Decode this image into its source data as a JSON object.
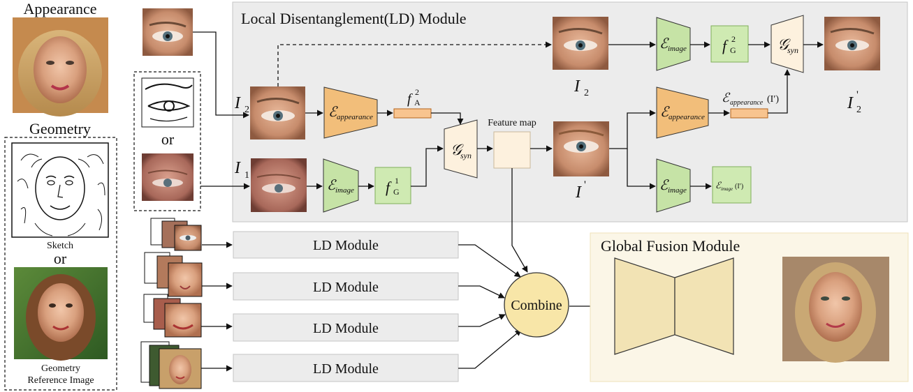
{
  "left": {
    "appearance_label": "Appearance",
    "geometry_label": "Geometry",
    "sketch_caption": "Sketch",
    "or_big": "or",
    "reference_caption_line1": "Geometry",
    "reference_caption_line2": "Reference Image"
  },
  "inputs": {
    "or_label": "or"
  },
  "ld_module": {
    "title": "Local Disentanglement(LD) Module",
    "i2": "I",
    "i2_sub": "2",
    "i1": "I",
    "i1_sub": "1",
    "e_appearance": "ℰ",
    "e_appearance_sub": "appearance",
    "e_image": "ℰ",
    "e_image_sub": "image",
    "fa": "f",
    "fa_sup": "2",
    "fa_sub": "A",
    "fg1": "f",
    "fg1_sup": "1",
    "fg1_sub": "G",
    "fg2": "f",
    "fg2_sup": "2",
    "fg2_sub": "G",
    "gsyn": "𝒢",
    "gsyn_sub": "syn",
    "feature_map": "Feature map",
    "iprime": "I",
    "iprime_mark": "'",
    "i2_out": "I",
    "i2_out_sub": "2",
    "i2prime": "I",
    "i2prime_mark": "'",
    "i2prime_sub": "2",
    "e_app_iprime": "(I′)",
    "e_img_iprime": "(I′)"
  },
  "ld_rows": [
    {
      "label": "LD Module"
    },
    {
      "label": "LD Module"
    },
    {
      "label": "LD Module"
    },
    {
      "label": "LD Module"
    }
  ],
  "combine": {
    "label": "Combine"
  },
  "global_fusion": {
    "title": "Global Fusion Module"
  },
  "colors": {
    "appearance_encoder": "#f2be7a",
    "image_encoder": "#c6e3a6",
    "feature_green": "#cfeab2",
    "generator": "#fdf1de",
    "feature_bar": "#f8c48f",
    "ld_bg": "#ececec",
    "gf_bg": "#fbf6e7",
    "combine": "#f8e6a8",
    "fusion": "#f2e3b4"
  }
}
